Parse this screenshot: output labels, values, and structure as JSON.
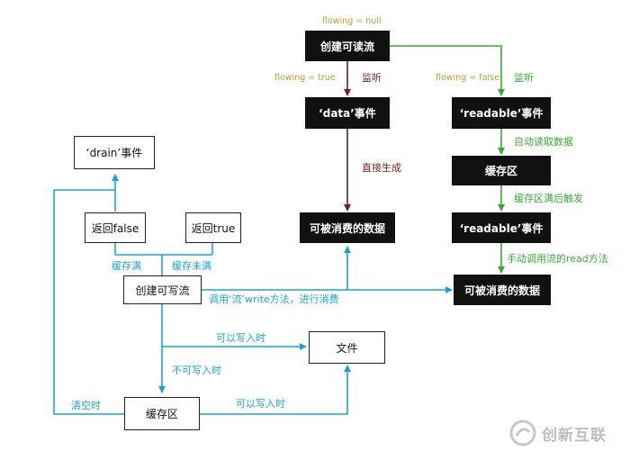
{
  "colors": {
    "dark_red": "#7a1e1e",
    "green": "#3aaa35",
    "cyan": "#1aa3d6",
    "olive": "#b5a032",
    "box_dark": "#111111",
    "text": "#222222"
  },
  "nodes": {
    "create_readable": "创建可读流",
    "data_event": "‘data’事件",
    "readable_event_1": "‘readable’事件",
    "buffer_right": "缓存区",
    "readable_event_2": "‘readable’事件",
    "consumable_mid": "可被消费的数据",
    "consumable_right": "可被消费的数据",
    "drain_event": "‘drain’事件",
    "return_false": "返回false",
    "return_true": "返回true",
    "create_writable": "创建可写流",
    "file": "文件",
    "buffer_bottom": "缓存区"
  },
  "labels": {
    "flowing_null": "flowing = null",
    "flowing_true": "flowing = true",
    "flowing_false": "flowing = false",
    "listen_left": "监听",
    "listen_right": "监听",
    "direct_generate": "直接生成",
    "auto_read": "自动读取数据",
    "buffer_full_trigger": "缓存区满后触发",
    "manual_read": "手动调用流的read方法",
    "buffer_full": "缓存满",
    "buffer_not_full": "缓存未满",
    "call_write": "调用‘流’write方法，进行消费",
    "writable_when": "可以写入时",
    "not_writable": "不可写入时",
    "writable_when_2": "可以写入时",
    "empty_when": "清空时"
  },
  "watermark": {
    "text": "创新互联",
    "icon": "swirl-logo-icon"
  }
}
